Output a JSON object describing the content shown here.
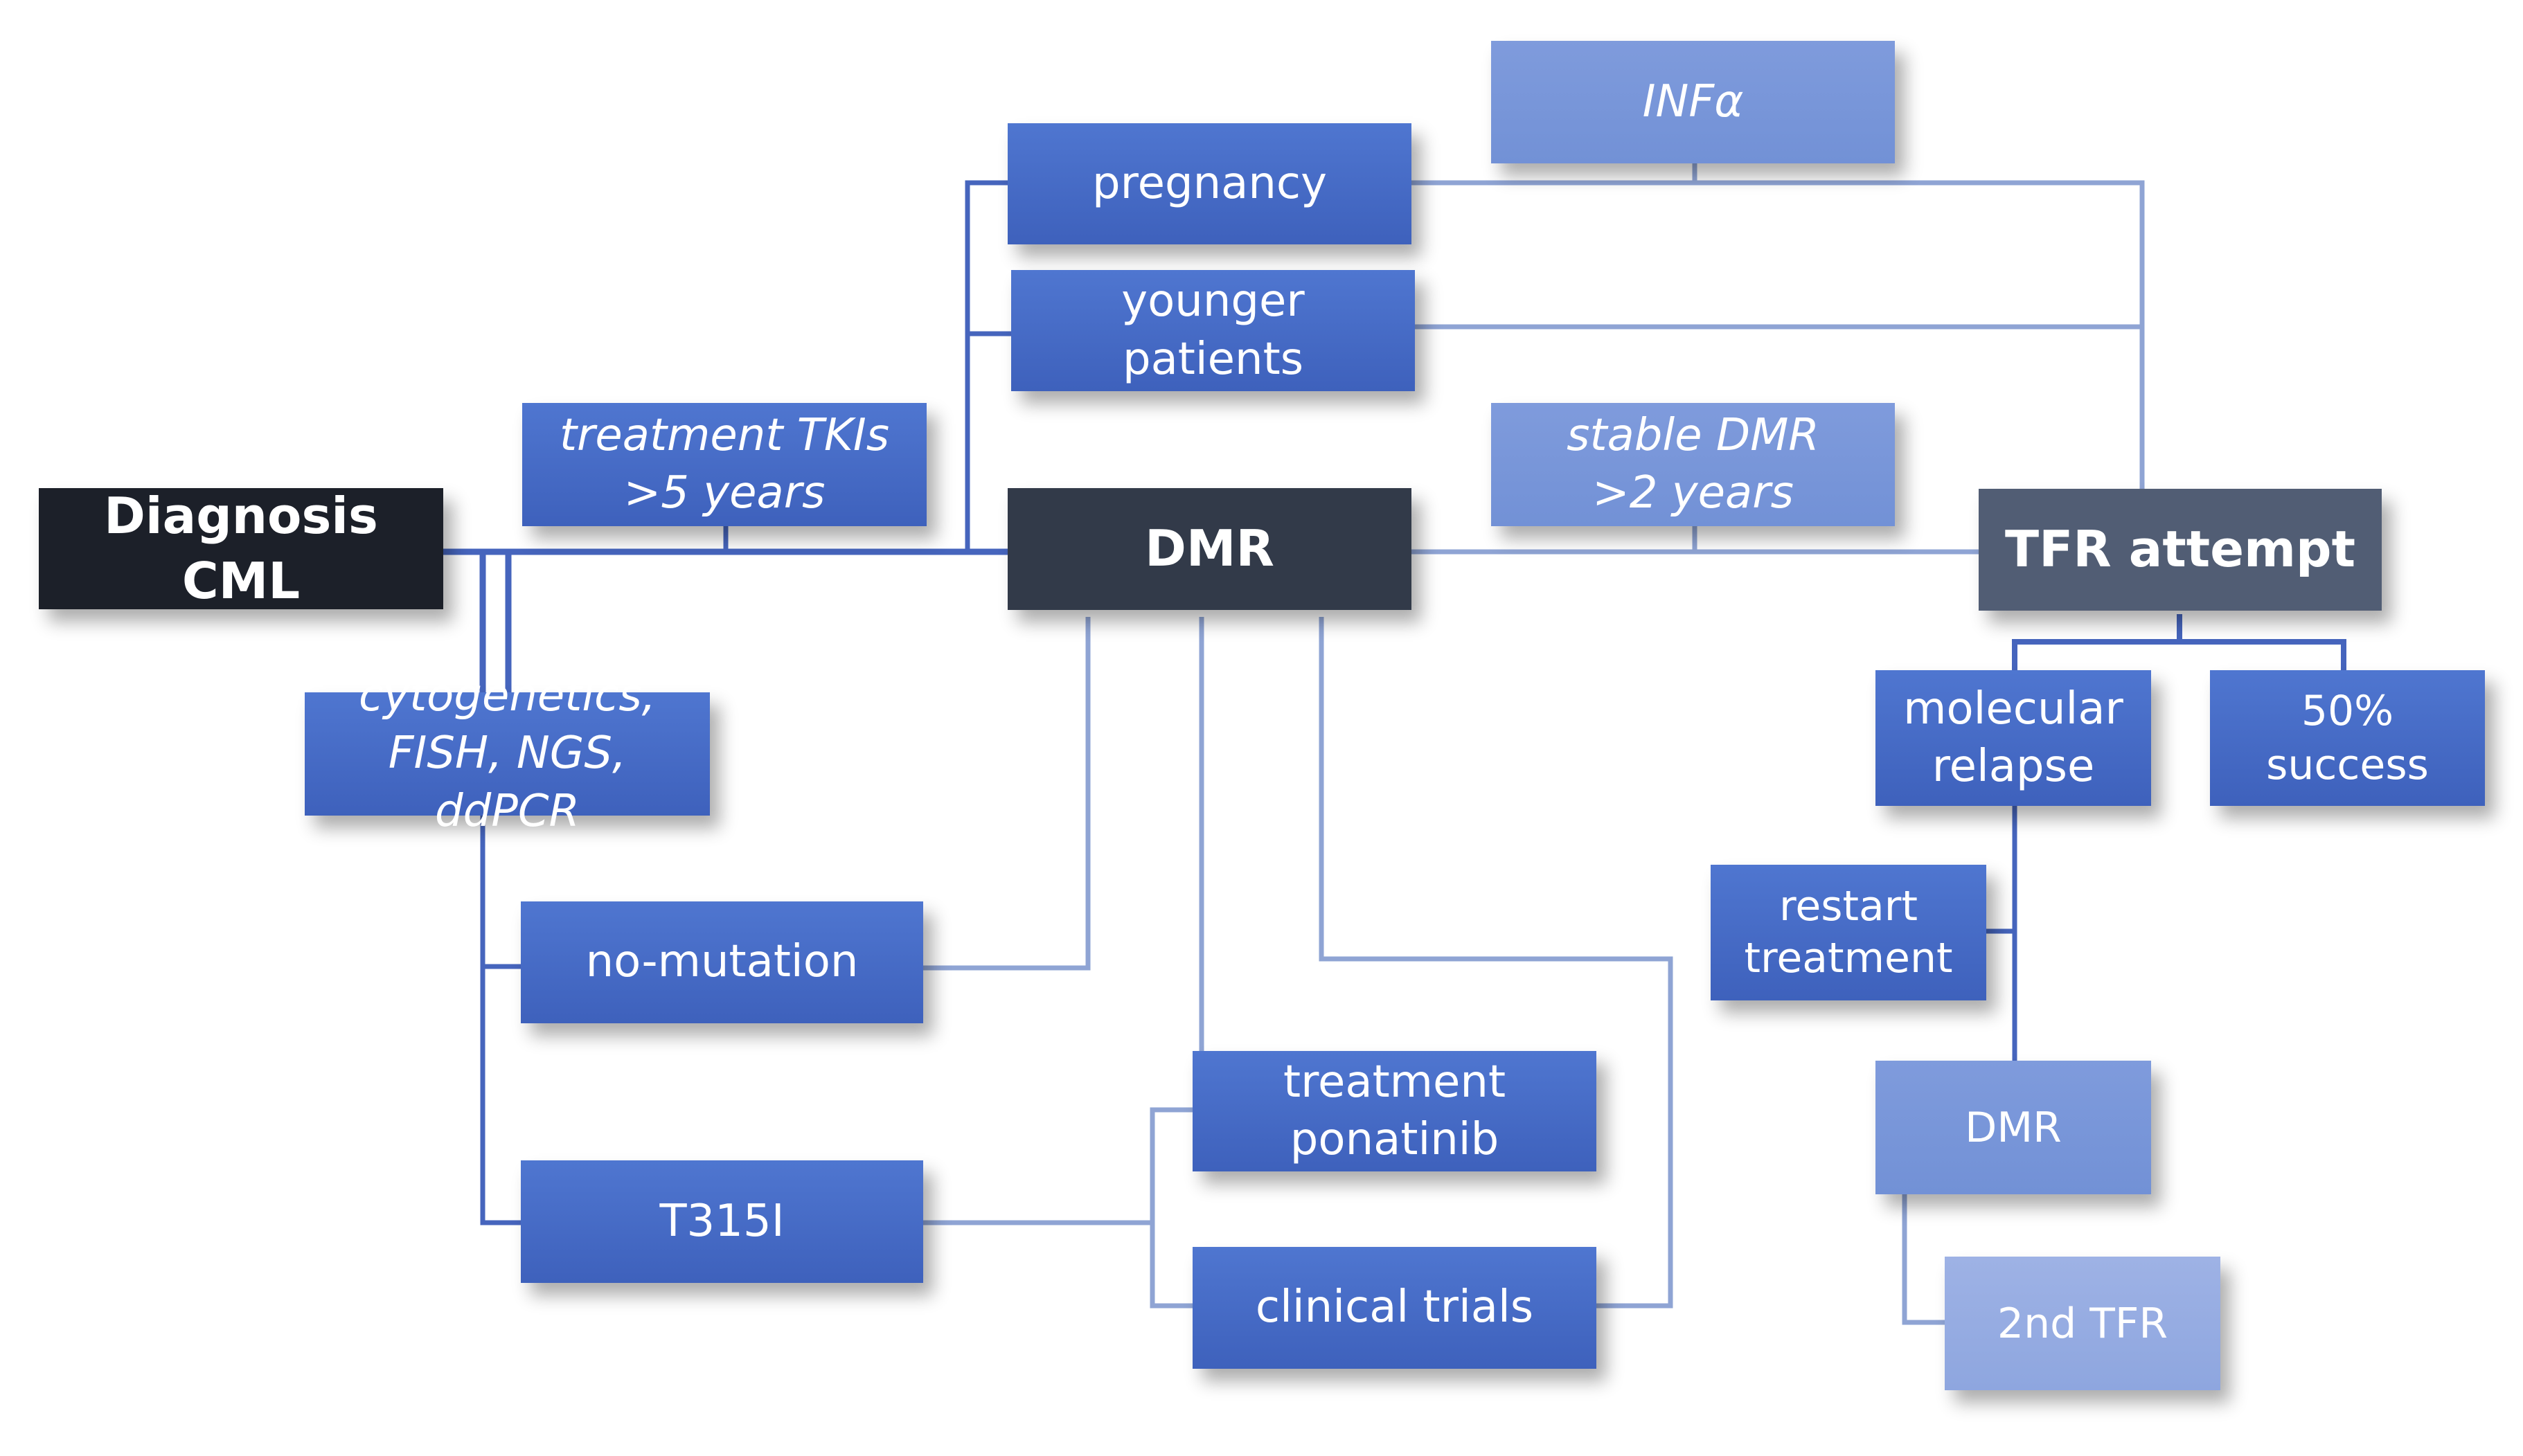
{
  "nodes": {
    "diagnosis": "Diagnosis CML",
    "treatment_tkis": [
      "treatment TKIs",
      ">5 years"
    ],
    "pregnancy": "pregnancy",
    "younger_patients": "younger patients",
    "infa": "INFα",
    "dmr": "DMR",
    "stable_dmr": [
      "stable DMR",
      ">2 years"
    ],
    "tfr_attempt": "TFR attempt",
    "cytogenetics": [
      "cytogenetics,",
      "FISH, NGS, ddPCR"
    ],
    "no_mutation": "no-mutation",
    "t315i": "T315I",
    "treatment_ponatinib": [
      "treatment",
      "ponatinib"
    ],
    "clinical_trials": "clinical trials",
    "molecular_relapse": [
      "molecular",
      "relapse"
    ],
    "success": "50% success",
    "restart_treatment": [
      "restart",
      "treatment"
    ],
    "dmr_2": "DMR",
    "second_tfr": "2nd TFR"
  },
  "colors": {
    "box_blue": "#4a6fca",
    "box_light": "#7a97da",
    "box_pale": "#98ade3",
    "box_dark": "#323a49",
    "box_slate": "#515d74",
    "box_black": "#1c2029",
    "connector_blue": "#4665bd",
    "connector_light": "#8fa4d4"
  }
}
